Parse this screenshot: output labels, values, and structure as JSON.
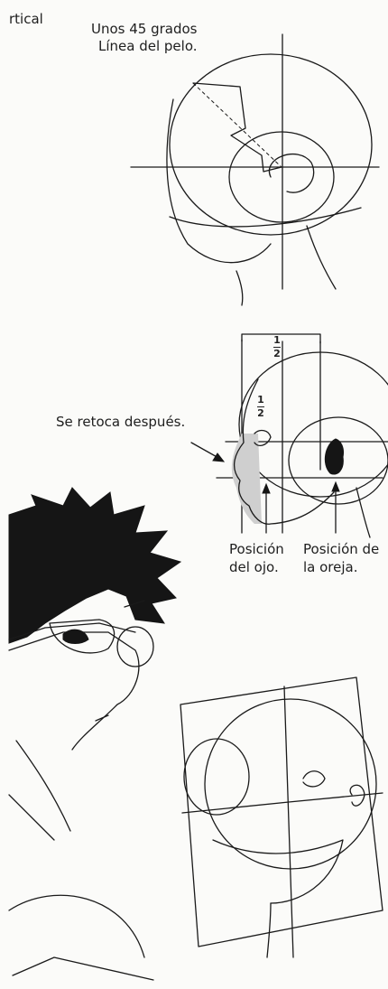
{
  "labels": {
    "corner_fragment": "rtical",
    "angle_note_line1": "Unos 45 grados",
    "angle_note_line2": "Línea del pelo.",
    "retouch_note": "Se retoca después.",
    "eye_position_line1": "Posición",
    "eye_position_line2": "del ojo.",
    "ear_position_line1": "Posición de",
    "ear_position_line2": "la oreja.",
    "half_top_numerator": "1",
    "half_top_denominator": "2",
    "half_face_numerator": "1",
    "half_face_denominator": "2"
  }
}
